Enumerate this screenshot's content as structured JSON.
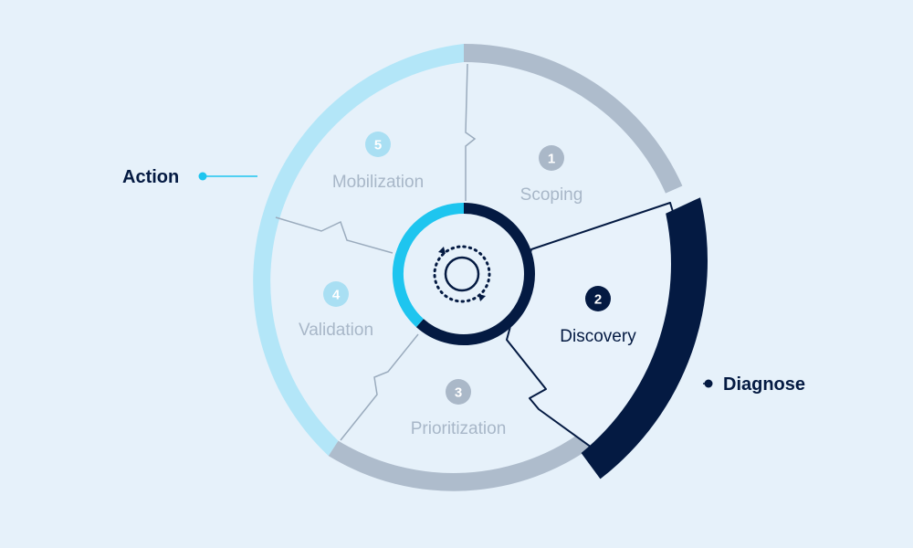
{
  "callouts": {
    "action": "Action",
    "diagnose": "Diagnose"
  },
  "steps": [
    {
      "number": "1",
      "label": "Scoping"
    },
    {
      "number": "2",
      "label": "Discovery"
    },
    {
      "number": "3",
      "label": "Prioritization"
    },
    {
      "number": "4",
      "label": "Validation"
    },
    {
      "number": "5",
      "label": "Mobilization"
    }
  ],
  "active_step": "2",
  "colors": {
    "background": "#e6f1fa",
    "action_ring": "#b3e6f8",
    "neutral_ring": "#aebccc",
    "diagnose_ring": "#041a42",
    "active_text": "#041a42",
    "inactive_text": "#a8b7c8",
    "action_number": "#a9dff3",
    "neutral_number": "#aab8c8",
    "divider_lines": "#9aabbd",
    "accent_cyan": "#1ec5ef"
  },
  "icons": {
    "center": "cycle-icon",
    "action_marker": "dot-marker",
    "diagnose_marker": "dot-marker"
  }
}
